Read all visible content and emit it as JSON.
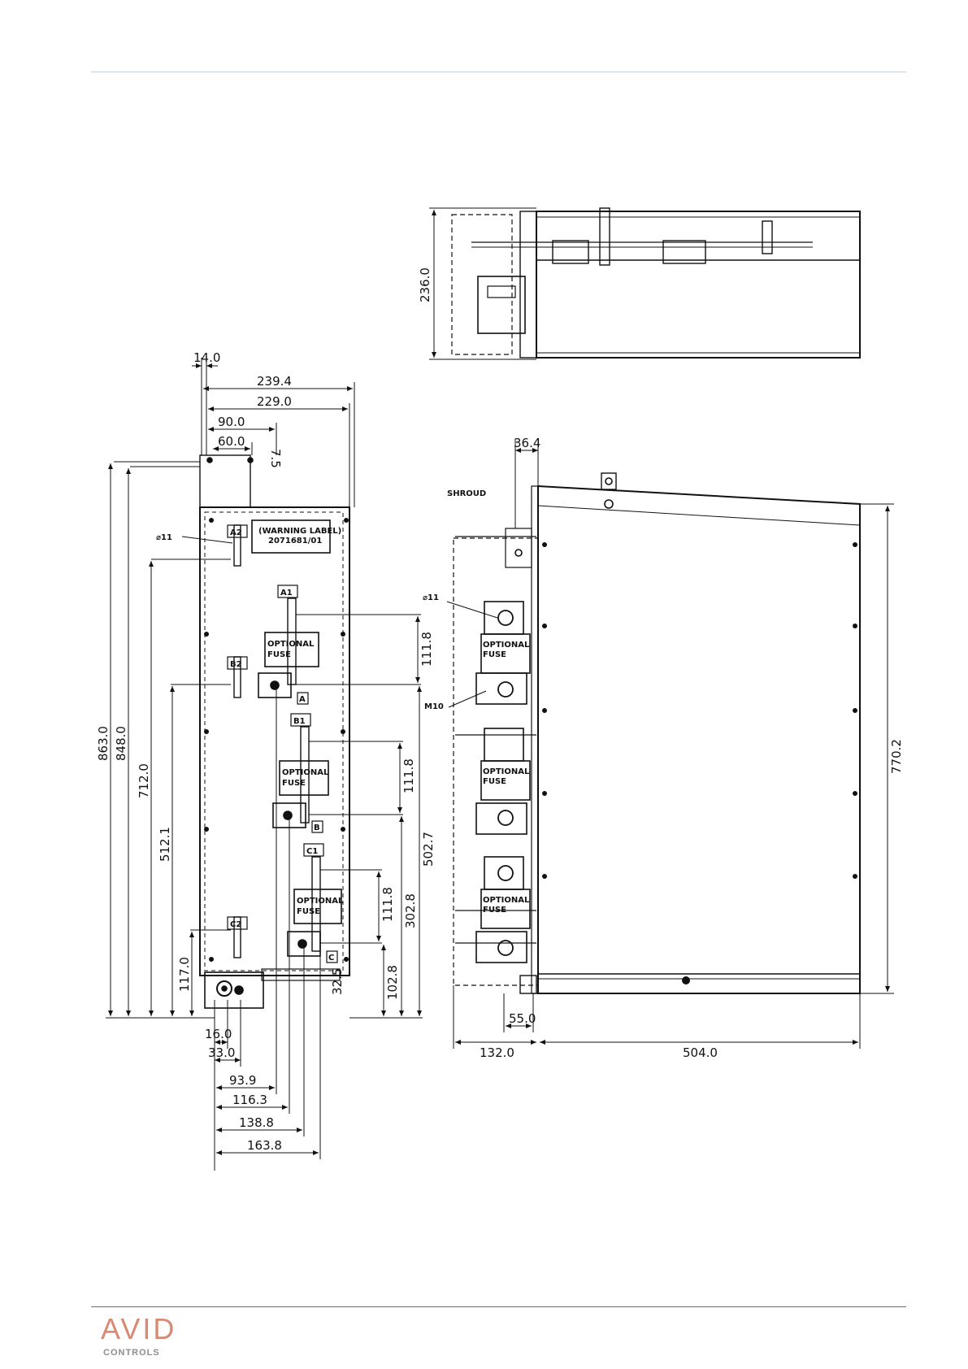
{
  "labels": {
    "warning_label_line1": "(WARNING LABEL)",
    "warning_label_line2": "2071681/01",
    "shroud": "SHROUD",
    "m10": "M10",
    "hole_dia_front": "⌀11",
    "hole_dia_side": "⌀11",
    "optional_fuse_a_l1": "OPTIONAL",
    "optional_fuse_a_l2": "FUSE",
    "optional_fuse_b_l1": "OPTIONAL",
    "optional_fuse_b_l2": "FUSE",
    "optional_fuse_c_l1": "OPTIONAL",
    "optional_fuse_c_l2": "FUSE",
    "side_fuse_1_l1": "OPTIONAL",
    "side_fuse_1_l2": "FUSE",
    "side_fuse_2_l1": "OPTIONAL",
    "side_fuse_2_l2": "FUSE",
    "side_fuse_3_l1": "OPTIONAL",
    "side_fuse_3_l2": "FUSE",
    "term_a1": "A1",
    "term_a2": "A2",
    "term_b1": "B1",
    "term_b2": "B2",
    "term_c1": "C1",
    "term_c2": "C2",
    "term_a": "A",
    "term_b": "B",
    "term_c": "C"
  },
  "dimensions": {
    "d14": "14.0",
    "d239": "239.4",
    "d229": "229.0",
    "d90": "90.0",
    "d60": "60.0",
    "d7_5": "7.5",
    "d863": "863.0",
    "d848": "848.0",
    "d712": "712.0",
    "d512": "512.1",
    "d117": "117.0",
    "d16": "16.0",
    "d33": "33.0",
    "d93": "93.9",
    "d116": "116.3",
    "d138": "138.8",
    "d163": "163.8",
    "d111a": "111.8",
    "d111b": "111.8",
    "d111c": "111.8",
    "d502": "502.7",
    "d302": "302.8",
    "d102": "102.8",
    "d32": "32.5",
    "d236": "236.0",
    "d36": "36.4",
    "d770": "770.2",
    "d55": "55.0",
    "d132": "132.0",
    "d504": "504.0"
  },
  "footer": {
    "logo_word": "AVID",
    "logo_sub": "CONTROLS"
  },
  "colors": {
    "logo_word": "#d98a75",
    "logo_sub": "#8e8e8e",
    "footer_rule": "#4a6fa5",
    "header_rule": "#c9cfd6"
  }
}
